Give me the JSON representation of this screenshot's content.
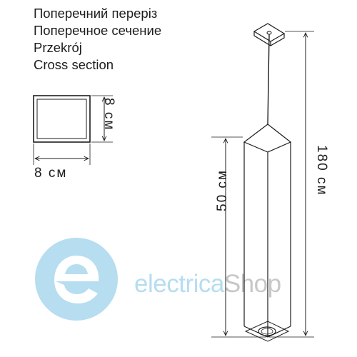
{
  "captions": [
    "Поперечний переріз",
    "Поперечное сечение",
    "Przekrój",
    "Cross section"
  ],
  "cross_section": {
    "width_label": "8 см",
    "height_label": "8 см"
  },
  "pendant": {
    "body_height_label": "50 см",
    "total_height_label": "180 см"
  },
  "watermark": {
    "part1": "electrica",
    "part2": "Shop",
    "color_blue": "#b6ddf0",
    "color_gray": "#c7c7c7",
    "logo_icon": "electricashop-e-logo"
  },
  "colors": {
    "line": "#1d1d1b"
  }
}
